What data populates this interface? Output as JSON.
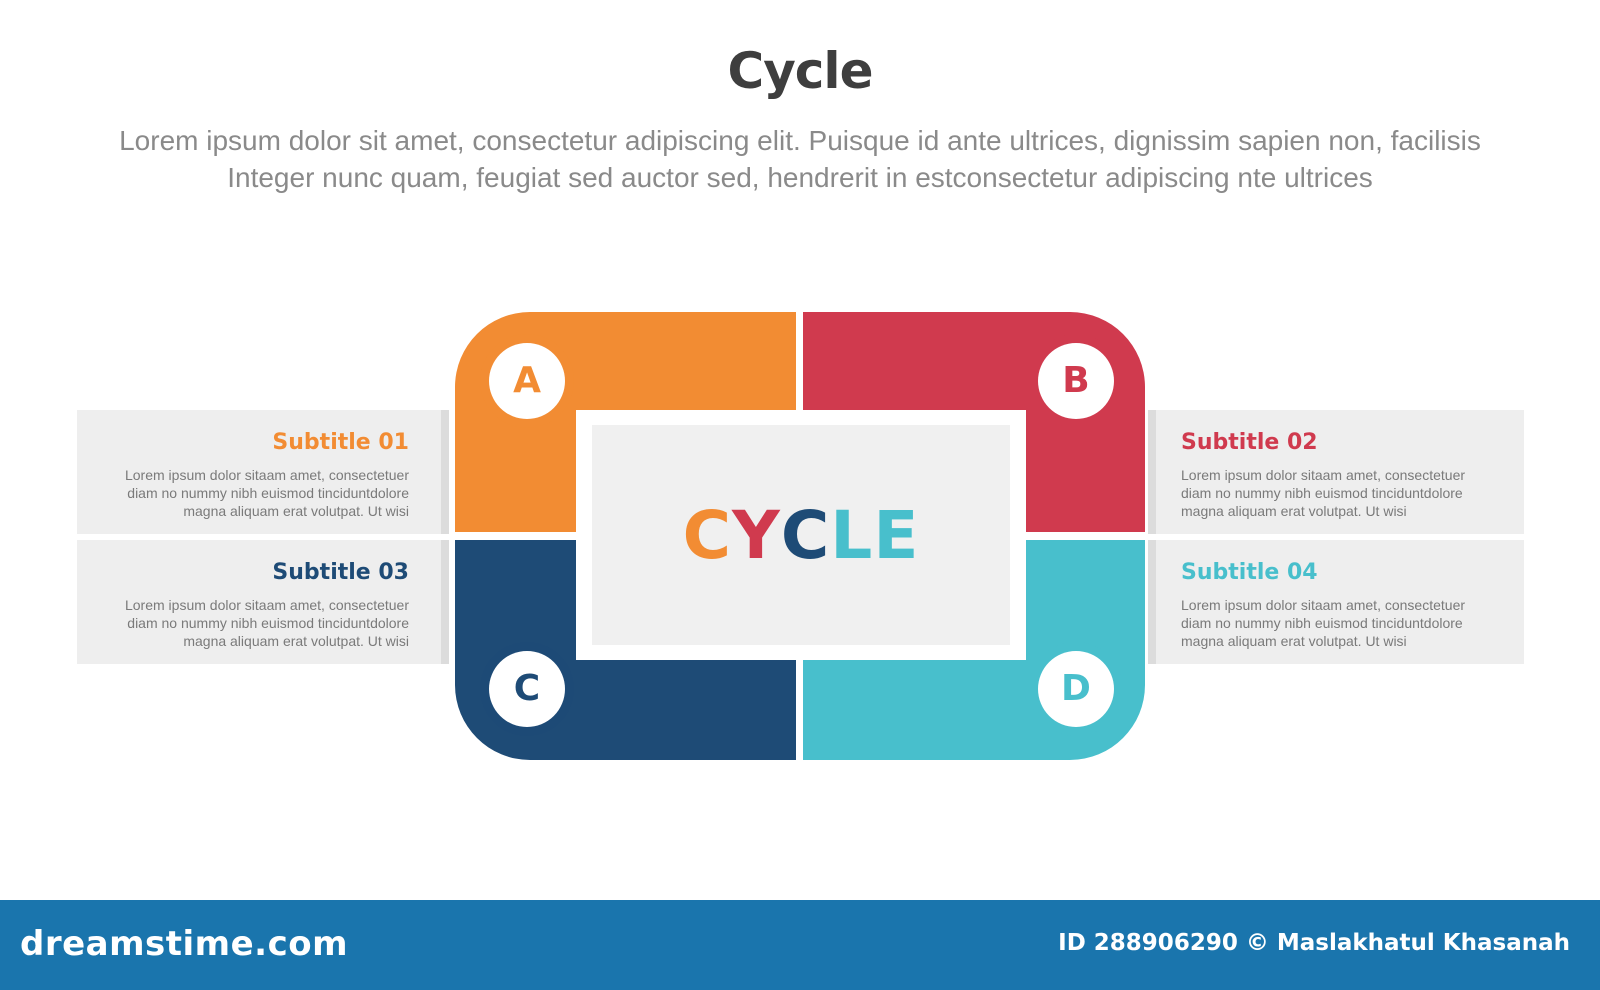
{
  "header": {
    "title": "Cycle",
    "description_line1": "Lorem ipsum dolor sit amet, consectetur adipiscing elit. Puisque id ante ultrices, dignissim sapien non, facilisis",
    "description_line2": "Integer nunc quam, feugiat sed auctor sed, hendrerit in estconsectetur adipiscing nte ultrices"
  },
  "center": {
    "letters": [
      {
        "char": "C",
        "color": "#f28c33"
      },
      {
        "char": "Y",
        "color": "#d03a4e"
      },
      {
        "char": "C",
        "color": "#1e4b76"
      },
      {
        "char": "L",
        "color": "#48bfcc"
      },
      {
        "char": "E",
        "color": "#48bfcc"
      }
    ]
  },
  "segments": [
    {
      "letter": "A",
      "color": "#f28c33"
    },
    {
      "letter": "B",
      "color": "#d03a4e"
    },
    {
      "letter": "C",
      "color": "#1e4b76"
    },
    {
      "letter": "D",
      "color": "#48bfcc"
    }
  ],
  "items": [
    {
      "subtitle": "Subtitle 01",
      "color": "#f28c33",
      "line1": "Lorem ipsum dolor sitaam amet, consectetuer",
      "line2": "diam no nummy nibh euismod tinciduntdolore",
      "line3": "magna aliquam erat volutpat. Ut wisi"
    },
    {
      "subtitle": "Subtitle 02",
      "color": "#d03a4e",
      "line1": "Lorem ipsum dolor sitaam amet, consectetuer",
      "line2": "diam no nummy nibh euismod tinciduntdolore",
      "line3": "magna aliquam erat volutpat. Ut wisi"
    },
    {
      "subtitle": "Subtitle 03",
      "color": "#1e4b76",
      "line1": "Lorem ipsum dolor sitaam amet, consectetuer",
      "line2": "diam no nummy nibh euismod tinciduntdolore",
      "line3": "magna aliquam erat volutpat. Ut wisi"
    },
    {
      "subtitle": "Subtitle 04",
      "color": "#48bfcc",
      "line1": "Lorem ipsum dolor sitaam amet, consectetuer",
      "line2": "diam no nummy nibh euismod tinciduntdolore",
      "line3": "magna aliquam erat volutpat. Ut wisi"
    }
  ],
  "footer": {
    "brand": "dreamstime.com",
    "credit": "ID 288906290 © Maslakhatul Khasanah"
  }
}
